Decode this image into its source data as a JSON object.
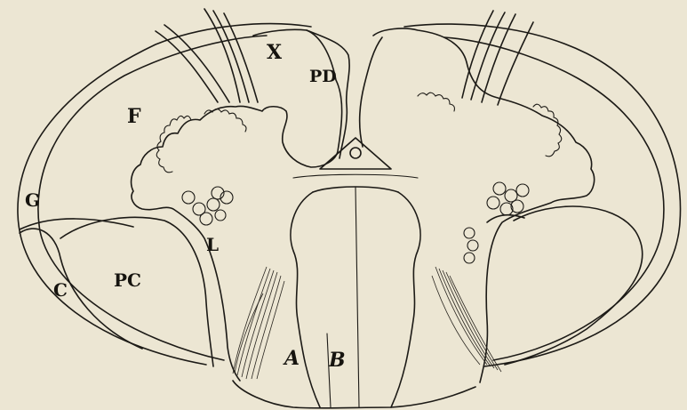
{
  "labels": {
    "x": "X",
    "pd": "PD",
    "f": "F",
    "g": "G",
    "l": "L",
    "c": "C",
    "pc": "PC",
    "a": "A",
    "b": "B"
  },
  "colors": {
    "paper": "#ece6d3",
    "ink": "#1c1a16"
  }
}
